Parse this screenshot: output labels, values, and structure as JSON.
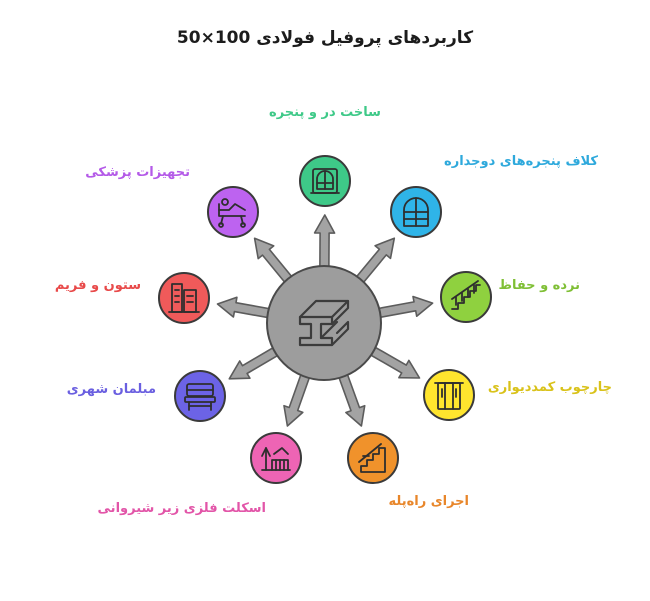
{
  "title": "کاربردهای پروفیل فولادی 100×50",
  "center": {
    "icon": "steel-beam-icon",
    "fill": "#9d9d9d"
  },
  "items": [
    {
      "key": "door-window",
      "label": "ساخت در و پنجره",
      "color": "#3ec988",
      "label_color": "#3ec988",
      "icon": "window-icon"
    },
    {
      "key": "window-frame",
      "label": "کلاف پنجره‌های دوجداره",
      "color": "#2fb4e8",
      "label_color": "#2ea9dc",
      "icon": "arched-window-icon"
    },
    {
      "key": "railing",
      "label": "نرده و حفاظ",
      "color": "#8fd13f",
      "label_color": "#7fbf35",
      "icon": "stair-railing-icon"
    },
    {
      "key": "wardrobe",
      "label": "چارچوب کمددیواری",
      "color": "#ffe52e",
      "label_color": "#d9c21a",
      "icon": "wardrobe-icon"
    },
    {
      "key": "stairs",
      "label": "اجرای راه‌پله",
      "color": "#f0922b",
      "label_color": "#e8862a",
      "icon": "staircase-icon"
    },
    {
      "key": "roof",
      "label": "اسکلت فلزی زیر شیروانی",
      "color": "#ee64b4",
      "label_color": "#e255a8",
      "icon": "roof-structure-icon"
    },
    {
      "key": "furniture",
      "label": "مبلمان شهری",
      "color": "#6c63e6",
      "label_color": "#6a5fe0",
      "icon": "bench-icon"
    },
    {
      "key": "column",
      "label": "ستون و فریم",
      "color": "#f05a5a",
      "label_color": "#e84a4a",
      "icon": "column-frame-icon"
    },
    {
      "key": "medical",
      "label": "تجهیزات پزشکی",
      "color": "#bd63f0",
      "label_color": "#b45ae8",
      "icon": "hospital-bed-icon"
    }
  ]
}
